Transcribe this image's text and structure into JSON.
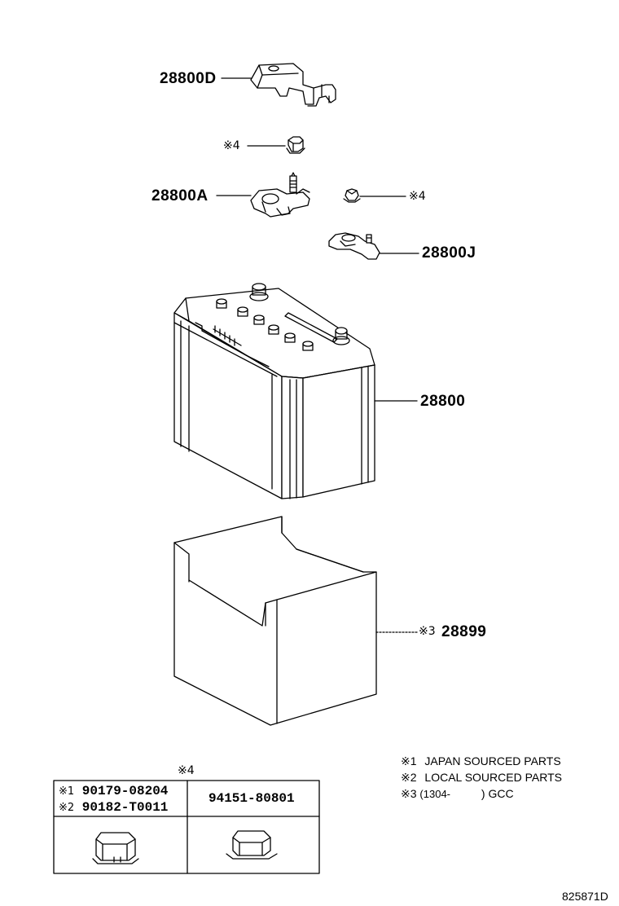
{
  "parts": {
    "terminal_cover": "28800D",
    "nut_mark_top": "※4",
    "positive_clamp": "28800A",
    "nut_mark_right": "※4",
    "negative_clamp": "28800J",
    "battery": "28800",
    "tray_mark": "※3",
    "tray": "28899"
  },
  "legend": {
    "l1_mark": "※1",
    "l1_text": "JAPAN SOURCED PARTS",
    "l2_mark": "※2",
    "l2_text": "LOCAL SOURCED PARTS",
    "l3_mark": "※3",
    "l3_text_a": "(1304-",
    "l3_text_b": ") GCC"
  },
  "table": {
    "caption": "※4",
    "row1_mark": "※1",
    "row1_part": "90179-08204",
    "row2_mark": "※2",
    "row2_part": "90182-T0011",
    "col2_part": "94151-80801"
  },
  "diagram_id": "825871D"
}
